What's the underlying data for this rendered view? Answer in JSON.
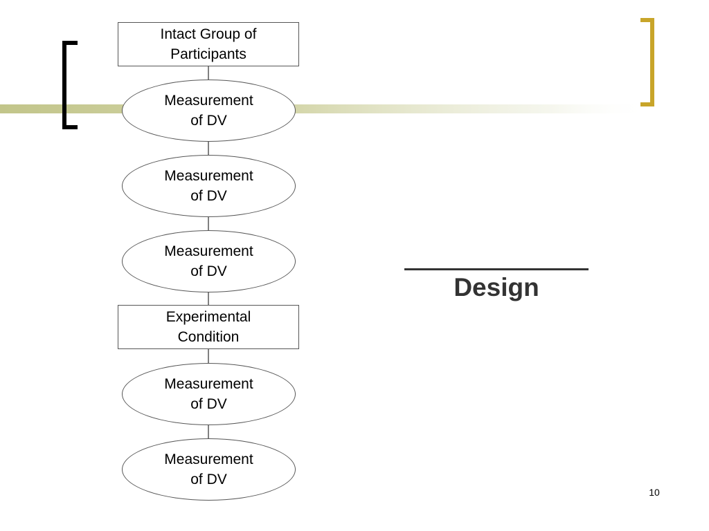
{
  "slide": {
    "page_number": "10",
    "design_title": "Design",
    "accent_color": "#c8a52a",
    "band_color": "#c2c58a",
    "left_bracket_color": "#000000"
  },
  "flowchart": {
    "intact_group": {
      "line1": "Intact Group of",
      "line2": "Participants"
    },
    "measurements": [
      {
        "line1": "Measurement",
        "line2": "of DV"
      },
      {
        "line1": "Measurement",
        "line2": "of DV"
      },
      {
        "line1": "Measurement",
        "line2": "of DV"
      },
      {
        "line1": "Measurement",
        "line2": "of DV"
      },
      {
        "line1": "Measurement",
        "line2": "of DV"
      }
    ],
    "experimental_condition": {
      "line1": "Experimental",
      "line2": "Condition"
    }
  }
}
